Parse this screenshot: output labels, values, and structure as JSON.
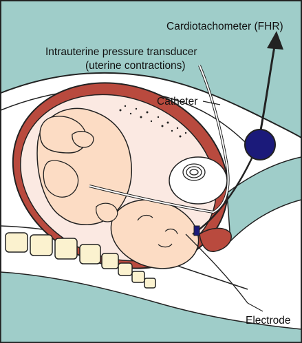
{
  "labels": {
    "cardiotachometer": "Cardiotachometer (FHR)",
    "transducer_line1": "Intrauterine pressure transducer",
    "transducer_line2": "(uterine contractions)",
    "catheter": "Catheter",
    "electrode": "Electrode"
  },
  "colors": {
    "background_teal": "#9fcdc9",
    "border_dark": "#222222",
    "uterus_wall_red": "#b94a3e",
    "amniotic_fill": "#fbe9e2",
    "fetus_skin": "#fcdcc4",
    "sensor_blue": "#1b1a7a"
  }
}
